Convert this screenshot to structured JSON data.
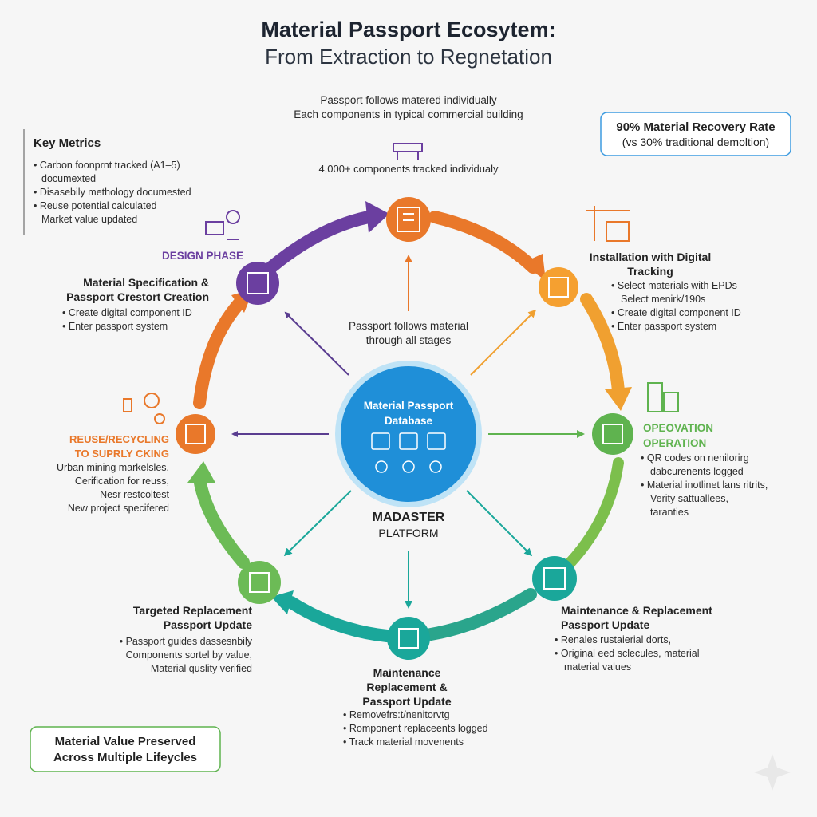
{
  "header": {
    "title": "Material Passport Ecosytem:",
    "subtitle": "From Extraction to Regnetation"
  },
  "top_note": {
    "line1": "Passport follows matered individually",
    "line2": "Each components in typical commercial building",
    "components_tracked": "4,000+ components tracked individualy"
  },
  "recovery_box": {
    "line1": "90% Material Recovery Rate",
    "line2": "(vs 30% traditional demoltion)"
  },
  "key_metrics": {
    "title": "Key Metrics",
    "items": [
      "• Carbon foonprnt tracked (A1–5)",
      "documexted",
      "• Disasebily methology documested",
      "• Reuse potential calculated",
      "Market value updated"
    ]
  },
  "design": {
    "phase": "DESIGN PHASE",
    "title1": "Material Specification &",
    "title2": "Passport Crestort Creation",
    "items": [
      "Create digital component ID",
      "Enter passport system"
    ]
  },
  "installation": {
    "title1": "Installation with Digital",
    "title2": "Tracking",
    "items": [
      "• Select materials with EPDs",
      "Select menirk/190s",
      "• Create digital component ID",
      "• Enter passport system"
    ]
  },
  "operation": {
    "label1": "OPEOVATION",
    "label2": "OPERATION",
    "items": [
      "• QR codes on nenilorirg",
      "dabcurenents logged",
      "• Material inotlinet lans ritrits,",
      "Verity sattuallees,",
      "taranties"
    ]
  },
  "maint_right": {
    "title1": "Maintenance & Replacement",
    "title2": "Passport Update",
    "items": [
      "• Renales rustaierial dorts,",
      "• Original eed sclecules, material",
      "material values"
    ]
  },
  "maint_bottom": {
    "title1": "Maintenance",
    "title2": "Replacement &",
    "title3": "Passport Update",
    "items": [
      "Removefrs:t/nenitorvtg",
      "Romponent replaceents logged",
      "Track material movenents"
    ]
  },
  "targeted": {
    "title1": "Targeted Replacement",
    "title2": "Passport Update",
    "items": [
      "• Passport guides dassesnbily",
      "Components sortel by value,",
      "Material quslity verified"
    ]
  },
  "reuse": {
    "label1": "REUSE/RECYCLING",
    "label2": "TO SUPRLY CKING",
    "items": [
      "Urban mining markelsles,",
      "Cerification for reuss,",
      "Nesr restcoltest",
      "New project specifered"
    ]
  },
  "center": {
    "db1": "Material Passport",
    "db2": "Database",
    "platform1": "MADASTER",
    "platform2": "PLATFORM",
    "follows1": "Passport follows material",
    "follows2": "through all stages"
  },
  "bottom_box": {
    "line1": "Material Value Preserved",
    "line2": "Across Multiple Lifeycles"
  },
  "colors": {
    "purple": "#6b3fa0",
    "orange": "#e9782a",
    "amber": "#f0a030",
    "green": "#5fb34f",
    "teal": "#1aa79a",
    "blue": "#1f8fd8",
    "olive": "#7cab3c"
  },
  "icons": [
    "building-icon",
    "database-icon",
    "crane-icon",
    "worker-icon",
    "recycle-icon",
    "sparkle-icon"
  ]
}
